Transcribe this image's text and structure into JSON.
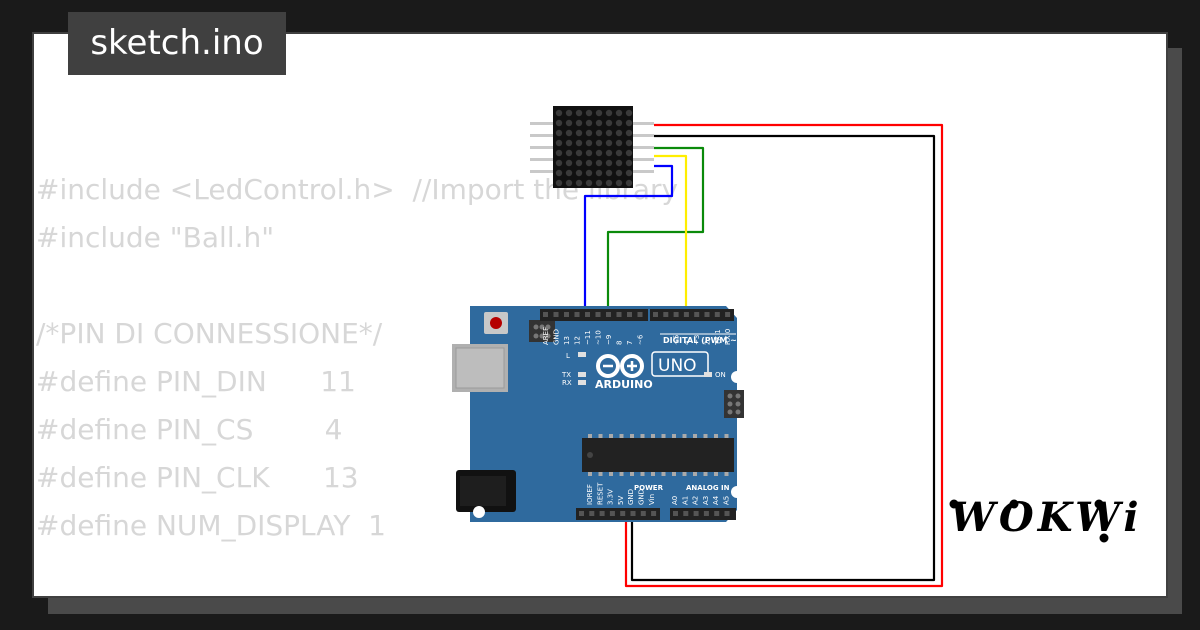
{
  "title": "sketch.ino",
  "code_lines": [
    "#include <LedControl.h>  //Import the library",
    "#include \"Ball.h\"",
    "",
    "/*PIN DI CONNESSIONE*/",
    "#define PIN_DIN      11",
    "#define PIN_CS        4",
    "#define PIN_CLK      13",
    "#define NUM_DISPLAY  1"
  ],
  "board": {
    "brand": "ARDUINO",
    "model": "UNO",
    "digital_label": "DIGITAL (PWM ~)",
    "power_label": "POWER",
    "analog_label": "ANALOG IN",
    "on_label": "ON",
    "led_l": "L",
    "led_tx": "TX",
    "led_rx": "RX",
    "top_pins": [
      "AREF",
      "GND",
      "13",
      "12",
      "~11",
      "~10",
      "~9",
      "8",
      "7",
      "~6",
      "~5",
      "4",
      "~3",
      "2",
      "TX 1",
      "RX 0"
    ],
    "power_pins": [
      "IOREF",
      "RESET",
      "3.3V",
      "5V",
      "GND",
      "GND",
      "Vin"
    ],
    "analog_pins": [
      "A0",
      "A1",
      "A2",
      "A3",
      "A4",
      "A5"
    ]
  },
  "brand_logo": "WOKWi",
  "colors": {
    "background": "#1a1a1a",
    "card": "#ffffff",
    "badge": "#404040",
    "code_text": "#d7d7d7",
    "board": "#2f6a9e",
    "wire_red": "#ff0000",
    "wire_black": "#000000",
    "wire_green": "#0a8a0a",
    "wire_yellow": "#ffee00",
    "wire_blue": "#0000ff"
  }
}
